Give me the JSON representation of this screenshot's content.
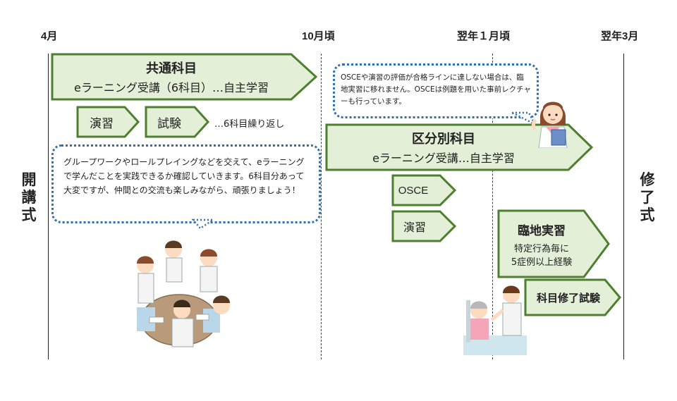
{
  "timeline": {
    "months": [
      "4月",
      "10月頃",
      "翌年１月頃",
      "翌年3月"
    ],
    "start_label": "開講式",
    "end_label": "修了式"
  },
  "common": {
    "title": "共通科目",
    "subtitle": "eラーニング受講（6科目）…自主学習",
    "exercise": "演習",
    "exam": "試験",
    "repeat_note": "…6科目繰り返し",
    "bubble": "グループワークやロールプレイングなどを交えて、eラーニングで学んだことを実践できるか確認していきます。6科目分あって大変ですが、仲間との交流も楽しみながら、頑張りましょう！"
  },
  "specific": {
    "bubble": "OSCEや演習の評価が合格ラインに達しない場合は、臨地実習に移れません。OSCEは例題を用いた事前レクチャーも行っています。",
    "title": "区分別科目",
    "subtitle": "eラーニング受講…自主学習",
    "osce": "OSCE",
    "exercise": "演習",
    "practicum_title": "臨地実習",
    "practicum_line1": "特定行為毎に",
    "practicum_line2": "5症例以上経験",
    "final_exam": "科目修了試験"
  },
  "colors": {
    "arrow_fill": "#e4efd8",
    "arrow_border": "#4e7f2f",
    "bubble_border": "#2f6fad"
  }
}
